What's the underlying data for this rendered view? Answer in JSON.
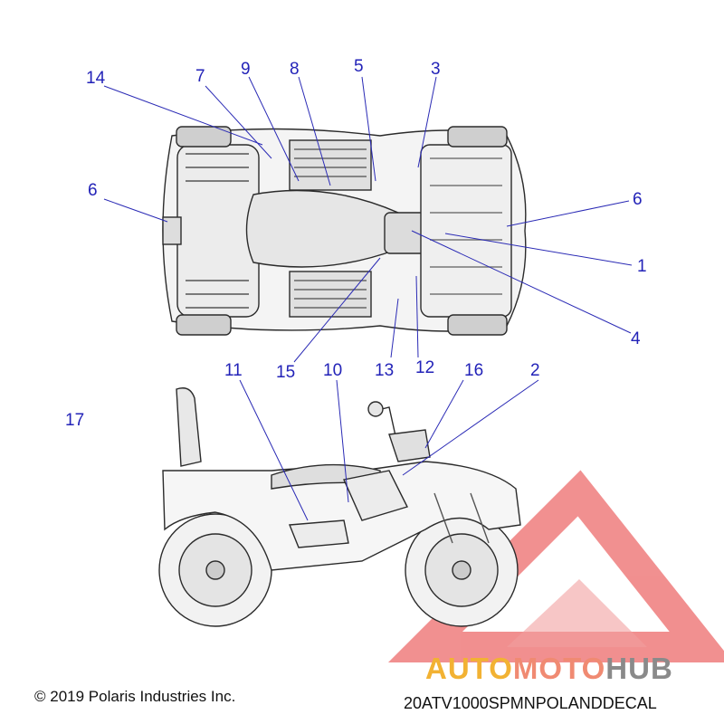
{
  "callouts": {
    "c1": "1",
    "c2": "2",
    "c3": "3",
    "c4": "4",
    "c5": "5",
    "c6a": "6",
    "c6b": "6",
    "c7": "7",
    "c8": "8",
    "c9": "9",
    "c10": "10",
    "c11": "11",
    "c12": "12",
    "c13": "13",
    "c14": "14",
    "c15": "15",
    "c16": "16",
    "c17": "17"
  },
  "footer": {
    "copyright": "© 2019 Polaris Industries Inc.",
    "diagram_code": "20ATV1000SPMNPOLANDDECAL"
  },
  "watermark": {
    "part1": "AUTO",
    "part2": "MOTO",
    "part3": "HUB",
    "colors": {
      "part1": "#f2b233",
      "part2": "#f08a72",
      "part3": "#8a8a8a",
      "logo": "#ef7c7c"
    }
  },
  "colors": {
    "callout": "#2323b8",
    "leader": "#2a2ab5",
    "outline": "#2b2b2b"
  }
}
